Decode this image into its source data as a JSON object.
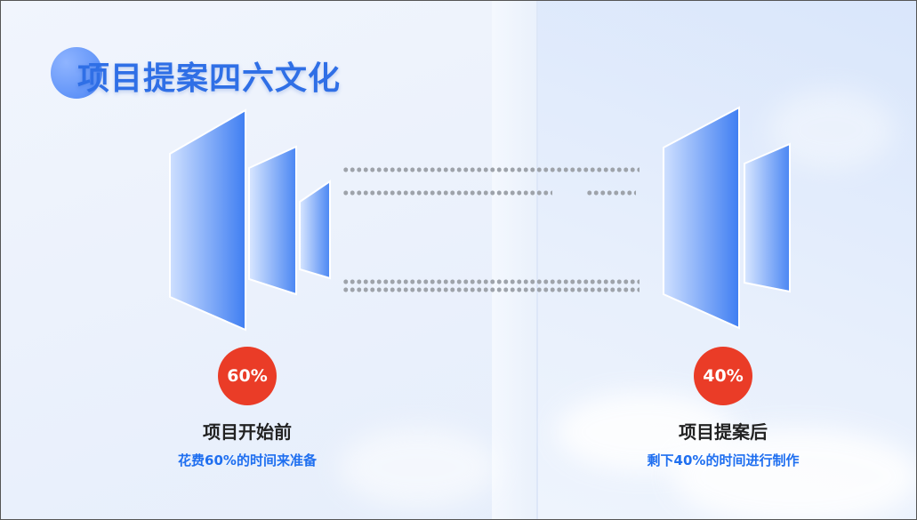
{
  "slide": {
    "title": "项目提案四六文化",
    "left": {
      "percent": "60%",
      "label": "项目开始前",
      "sub": "花费60%的时间来准备"
    },
    "right": {
      "percent": "40%",
      "label": "项目提案后",
      "sub": "剩下40%的时间进行制作"
    }
  },
  "colors": {
    "accent": "#2f6fe6",
    "badge": "#ea3c27",
    "sub_text": "#1f6ff0",
    "dots": "#9ea3aa"
  }
}
